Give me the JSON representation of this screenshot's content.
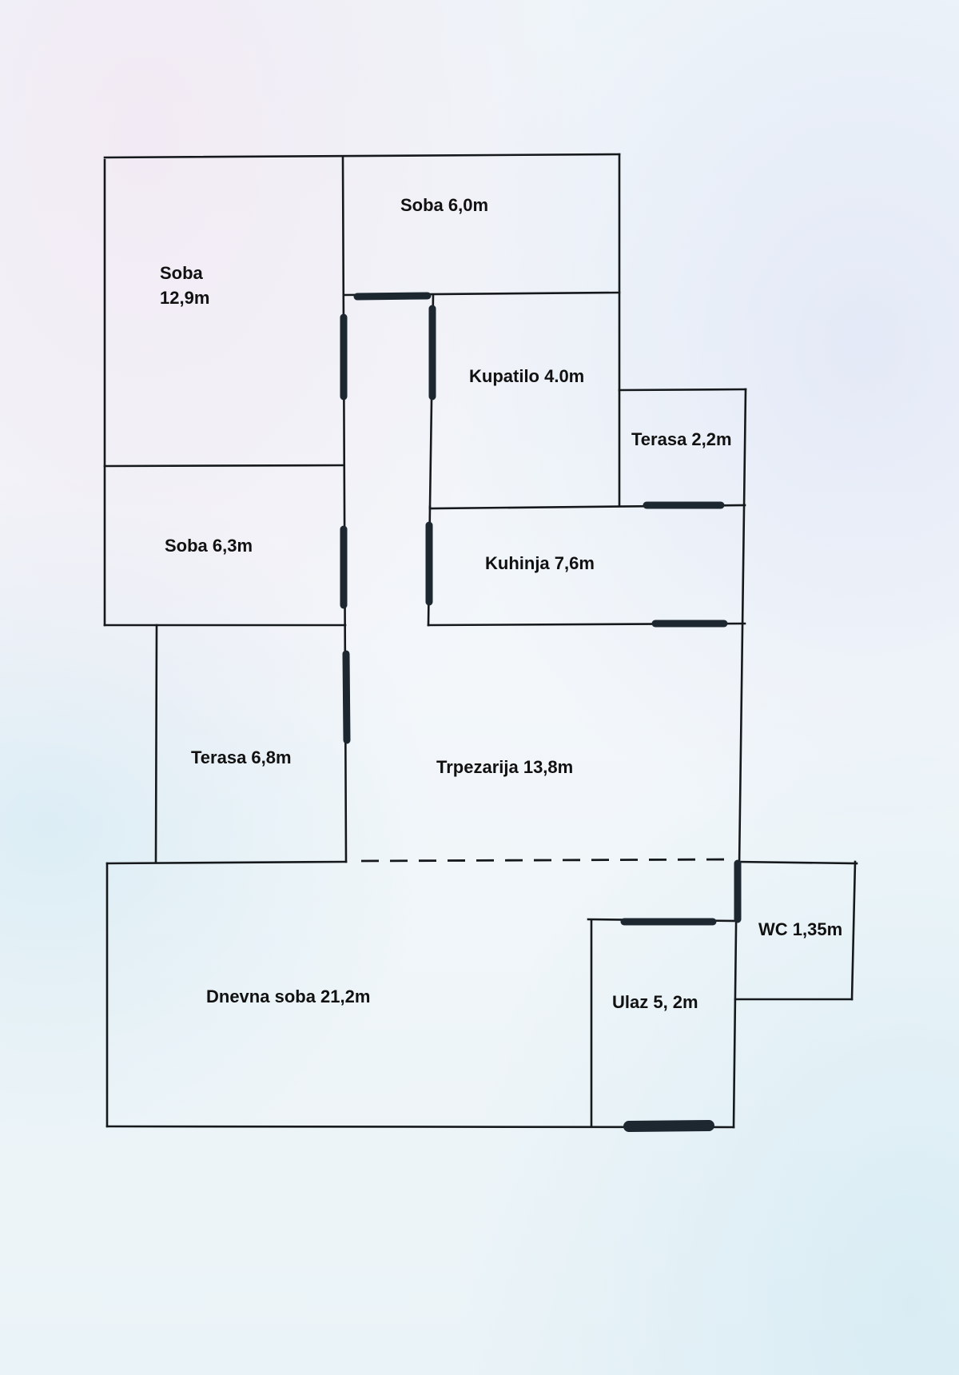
{
  "floor_plan": {
    "rooms": [
      {
        "id": "soba-1",
        "name": "Soba",
        "area": "12,9m",
        "label_line1": "Soba",
        "label_line2": "12,9m"
      },
      {
        "id": "soba-2",
        "name": "Soba",
        "area": "6,0m",
        "label": "Soba 6,0m"
      },
      {
        "id": "kupatilo",
        "name": "Kupatilo",
        "area": "4.0m",
        "label": "Kupatilo 4.0m"
      },
      {
        "id": "terasa-1",
        "name": "Terasa",
        "area": "2,2m",
        "label": "Terasa 2,2m"
      },
      {
        "id": "soba-3",
        "name": "Soba",
        "area": "6,3m",
        "label": "Soba 6,3m"
      },
      {
        "id": "kuhinja",
        "name": "Kuhinja",
        "area": "7,6m",
        "label": "Kuhinja 7,6m"
      },
      {
        "id": "terasa-2",
        "name": "Terasa",
        "area": "6,8m",
        "label": "Terasa 6,8m"
      },
      {
        "id": "trpezarija",
        "name": "Trpezarija",
        "area": "13,8m",
        "label": "Trpezarija 13,8m"
      },
      {
        "id": "wc",
        "name": "WC",
        "area": "1,35m",
        "label": "WC 1,35m"
      },
      {
        "id": "dnevna-soba",
        "name": "Dnevna soba",
        "area": "21,2m",
        "label": "Dnevna soba 21,2m"
      },
      {
        "id": "ulaz",
        "name": "Ulaz",
        "area": "5, 2m",
        "label": "Ulaz 5, 2m"
      }
    ],
    "colors": {
      "wall": "#15191c",
      "door": "#1c2730",
      "paper": "#eef4f8"
    }
  }
}
